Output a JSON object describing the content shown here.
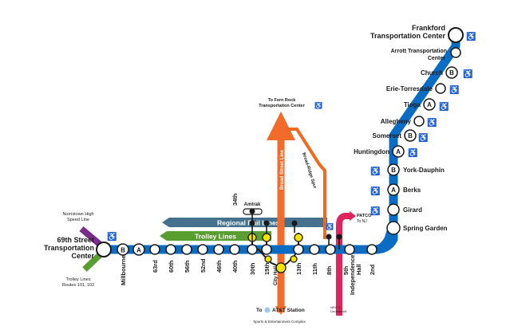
{
  "termini": {
    "west": [
      "69th Street",
      "Transportation",
      "Center"
    ],
    "east": [
      "Frankford",
      "Transportation Center"
    ]
  },
  "trunk_stations": [
    "Millbourne",
    "63rd",
    "60th",
    "56th",
    "52nd",
    "46th",
    "40th",
    "34th",
    "30th",
    "15th",
    "13th",
    "11th",
    "8th",
    "5th Independence Hall",
    "2nd"
  ],
  "trunk_labels": {
    "millbourne": "Millbourne",
    "s63": "63rd",
    "s60": "60th",
    "s56": "56th",
    "s52": "52nd",
    "s46": "46th",
    "s40": "40th",
    "s34": "34th",
    "s30": "30th",
    "s15": "15th",
    "city_hall": "City Hall",
    "s13": "13th",
    "s11": "11th",
    "s8": "8th",
    "s5": "5th",
    "s5b": "Independence",
    "s5c": "Hall",
    "s2": "2nd"
  },
  "north_stations": {
    "spring_garden": "Spring Garden",
    "girard": "Girard",
    "berks": "Berks",
    "york": "York-Dauphin",
    "huntingdon": "Huntingdon",
    "somerset": "Somerset",
    "allegheny": "Allegheny",
    "tioga": "Tioga",
    "erie": "Erie-Torresdale",
    "church": "Church",
    "arrott1": "Arrott Transportation",
    "arrott2": "Center"
  },
  "badges": {
    "a": "A",
    "b": "B"
  },
  "connections": {
    "nhsl": [
      "Norristown High",
      "Speed Line"
    ],
    "trolley_routes": [
      "Trolley Lines",
      "Routes 101, 102"
    ],
    "regional_rail": "Regional Rail Lines",
    "trolley_lines": "Trolley Lines",
    "amtrak": "Amtrak",
    "fern_rock": [
      "To Fern Rock",
      "Transportation Center"
    ],
    "broad_street_line": "Broad Street Line",
    "broad_ridge_spur": "Broad-Ridge Spur",
    "patco": [
      "PATCO",
      "To NJ"
    ],
    "to": "To",
    "att": "AT&T Station",
    "sports": "Sports & Entertainment Complex",
    "nrg_small": [
      "NRG &",
      "Lindenwold"
    ]
  },
  "colors": {
    "mfl_blue": "#0b6cc4",
    "nhsl_purple": "#7b2d8e",
    "trolley_green": "#5a9e32",
    "rail_blue": "#45718c",
    "bsl_orange": "#f26b2a",
    "spur_orange": "#ef6a1e",
    "patco_red": "#e0245e",
    "yellow": "#f4e500",
    "ink": "#1a1a1a"
  },
  "icons": [
    "accessible-icon",
    "station-circle",
    "badge-a",
    "badge-b"
  ]
}
